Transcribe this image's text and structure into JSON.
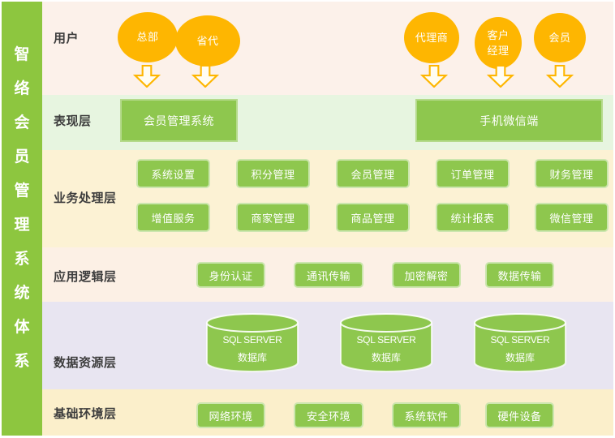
{
  "diagram": {
    "title": "智络会员管理系统体系",
    "title_chars": [
      "智",
      "络",
      "会",
      "员",
      "管",
      "理",
      "系",
      "统",
      "体",
      "系"
    ]
  },
  "layers": {
    "users": {
      "label": "用户",
      "actors_left": [
        "总部",
        "省代"
      ],
      "actors_right": [
        "代理商",
        "客户经理",
        "会员"
      ]
    },
    "presentation": {
      "label": "表现层",
      "items": [
        "会员管理系统",
        "手机微信端"
      ]
    },
    "business": {
      "label": "业务处理层",
      "row1": [
        "系统设置",
        "积分管理",
        "会员管理",
        "订单管理",
        "财务管理"
      ],
      "row2": [
        "增值服务",
        "商家管理",
        "商品管理",
        "统计报表",
        "微信管理"
      ]
    },
    "logic": {
      "label": "应用逻辑层",
      "items": [
        "身份认证",
        "通讯传输",
        "加密解密",
        "数据传输"
      ]
    },
    "data": {
      "label": "数据资源层",
      "db_line1": "SQL SERVER",
      "db_line2": "数据库",
      "db_count": 3
    },
    "infrastructure": {
      "label": "基础环境层",
      "items": [
        "网络环境",
        "安全环境",
        "系统软件",
        "硬件设备"
      ]
    }
  },
  "colors": {
    "sidebar_green": "#8dc63f",
    "box_green": "#8ec74e",
    "actor_orange": "#feb601",
    "arrow_stroke": "#feb601",
    "arrow_fill": "#fffdf3",
    "row_users_bg": "#fcf1ea",
    "row_presentation_bg": "#e7f5e0",
    "row_business_bg": "#fcf2d4",
    "row_logic_bg": "#fcf0e5",
    "row_data_bg": "#e8e5f1",
    "row_infra_bg": "#fbefcb",
    "label_text": "#3d3d3d",
    "box_text": "#ffffff"
  }
}
